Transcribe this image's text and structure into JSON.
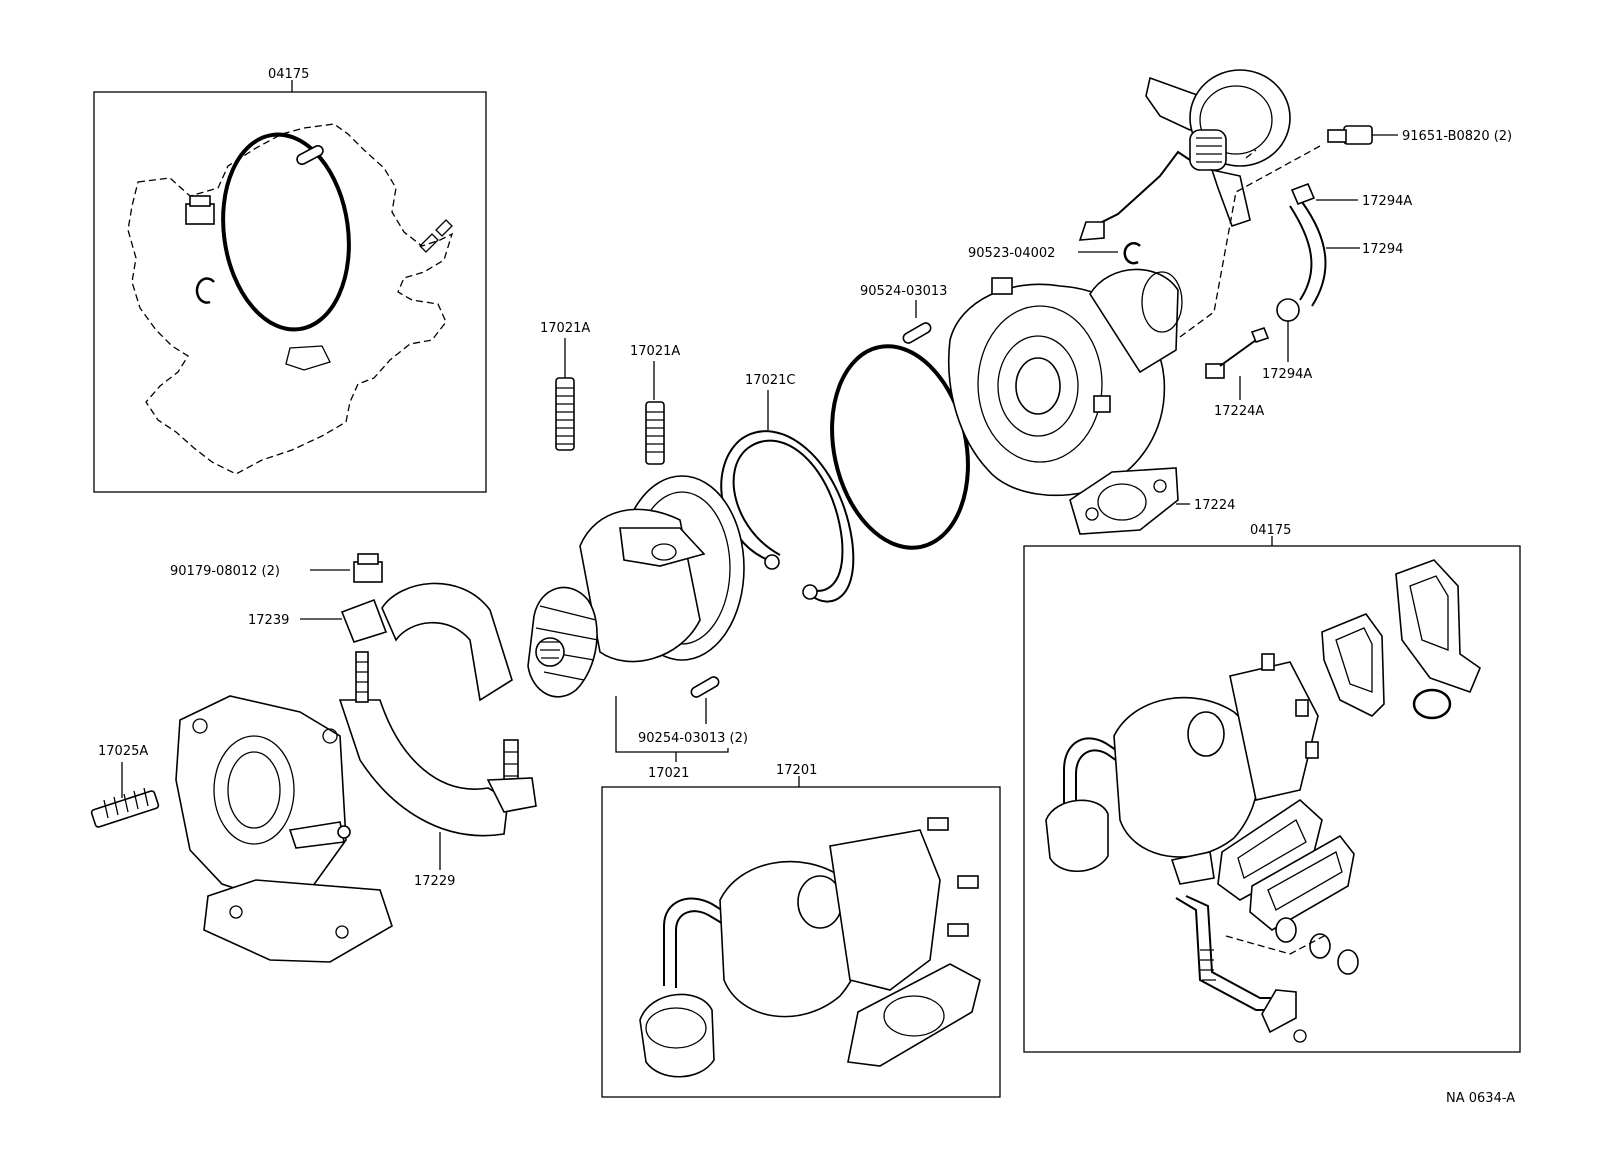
{
  "labels": {
    "kit_top": "04175",
    "kit_right": "04175",
    "stud_a1": "17021A",
    "stud_a2": "17021A",
    "snap_ring": "17021C",
    "bolt": "91651-B0820 (2)",
    "clip_a_top": "17294A",
    "hose": "17294",
    "clip_a_bottom": "17294A",
    "e_ring": "90523-04002",
    "pin_upper": "90524-03013",
    "union": "17224A",
    "gasket": "17224",
    "plug": "90179-08012 (2)",
    "bracket": "17239",
    "stud_c": "17025A",
    "clamp": "17229",
    "pin_lower": "90254-03013 (2)",
    "center_assy": "17021",
    "turbo_assy": "17201",
    "ref_no": "NA 0634-A"
  }
}
